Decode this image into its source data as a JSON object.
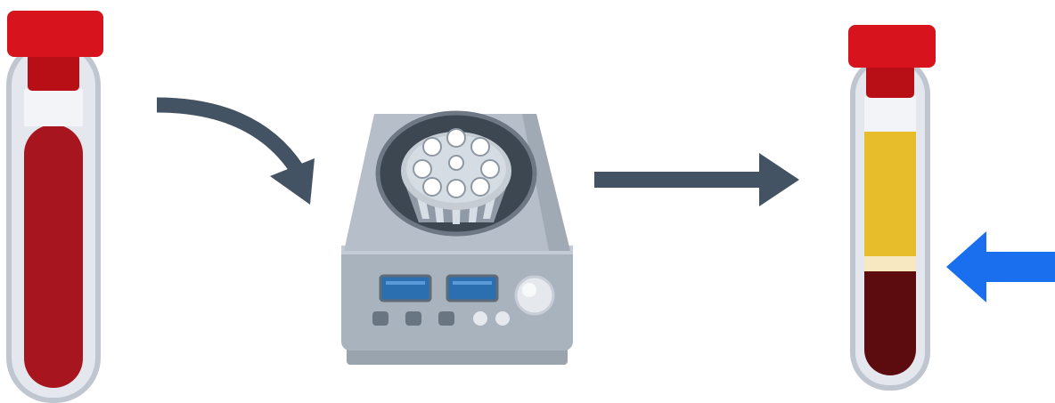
{
  "colors": {
    "background": "#ffffff",
    "cap_red": "#d7141d",
    "cap_red_dark": "#b80f17",
    "tube_outline": "#bfc6cf",
    "tube_glass": "#e4e8ee",
    "label_band": "#f2f4f7",
    "whole_blood": "#a7161f",
    "whole_blood_top": "#b0191f",
    "plasma": "#e8bd2b",
    "buffy_coat": "#f7e8c2",
    "red_cells": "#5c0b0f",
    "process_arrow": "#445363",
    "highlight_arrow": "#1a6fee",
    "centrifuge_body": "#8c98a5",
    "centrifuge_top": "#a9b3be",
    "centrifuge_bowl": "#3c4752",
    "rotor": "#cfd6de",
    "display_screen": "#2b6fb1",
    "button_dark": "#6a7582",
    "button_light": "#e5e9ee"
  },
  "icons": {
    "input_tube": "blood-collection-tube-icon",
    "centrifuge": "centrifuge-machine-icon",
    "output_tube": "separated-blood-tube-icon",
    "arrow_in": "curved-arrow-icon",
    "arrow_out": "straight-arrow-icon",
    "highlight": "blue-pointer-arrow-icon"
  },
  "separated_layers": [
    "plasma",
    "buffy_coat",
    "red_cells"
  ]
}
